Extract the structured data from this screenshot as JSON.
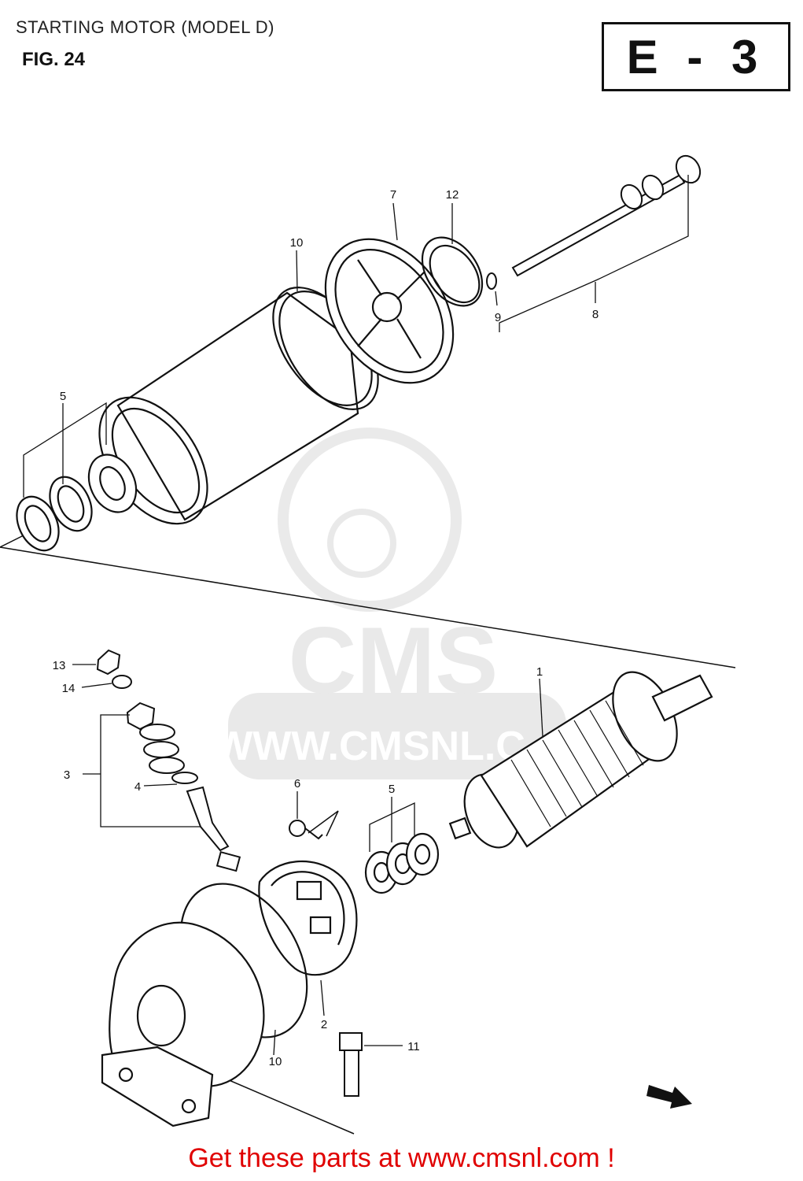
{
  "header": {
    "title": "STARTING MOTOR (MODEL D)",
    "fig_label": "FIG. 24",
    "section_code": "E - 3"
  },
  "watermark": {
    "brand": "CMS",
    "url": "WWW.CMSNL.C"
  },
  "callouts": {
    "c1": "1",
    "c2": "2",
    "c3": "3",
    "c4": "4",
    "c5a": "5",
    "c5b": "5",
    "c6": "6",
    "c7": "7",
    "c8": "8",
    "c9": "9",
    "c10a": "10",
    "c10b": "10",
    "c11": "11",
    "c12": "12",
    "c13": "13",
    "c14": "14"
  },
  "footer": {
    "text": "Get these parts at www.cmsnl.com !",
    "color": "#e00000"
  },
  "icons": {
    "front_arrow": "front-arrow-icon"
  }
}
